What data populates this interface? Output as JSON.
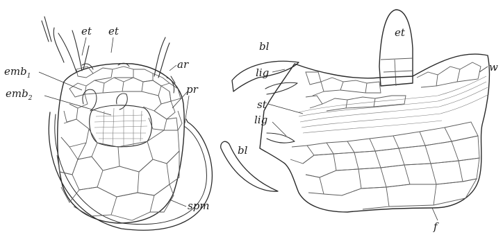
{
  "left_figure": {
    "labels": {
      "et_a": "et",
      "et_b": "et",
      "ar": "ar",
      "emb1_base": "emb",
      "emb1_sub": "1",
      "emb2_base": "emb",
      "emb2_sub": "2",
      "pr": "pr",
      "spm": "spm"
    }
  },
  "right_figure": {
    "labels": {
      "bl_top": "bl",
      "lig_top": "lig",
      "et": "et",
      "w": "w",
      "st": "st",
      "lig_bottom": "lig",
      "bl_bottom": "bl",
      "f": "f"
    }
  },
  "colors": {
    "ink": "#2a2a2a",
    "paper": "#ffffff"
  }
}
